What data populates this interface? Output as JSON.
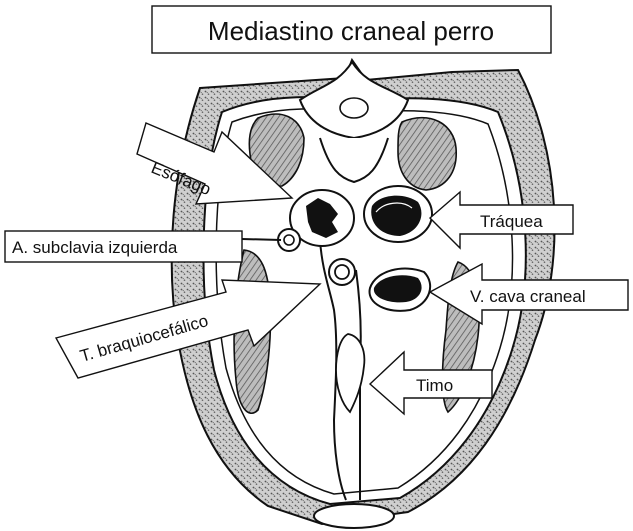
{
  "title": "Mediastino craneal perro",
  "labels": {
    "esofago": "Esófago",
    "subclavia": "A. subclavia izquierda",
    "traquea": "Tráquea",
    "cava": "V. cava craneal",
    "braquiocefalico": "T. braquiocefálico",
    "timo": "Timo"
  },
  "colors": {
    "ink": "#111111",
    "shading": "#8a8a8a",
    "background": "#ffffff"
  }
}
